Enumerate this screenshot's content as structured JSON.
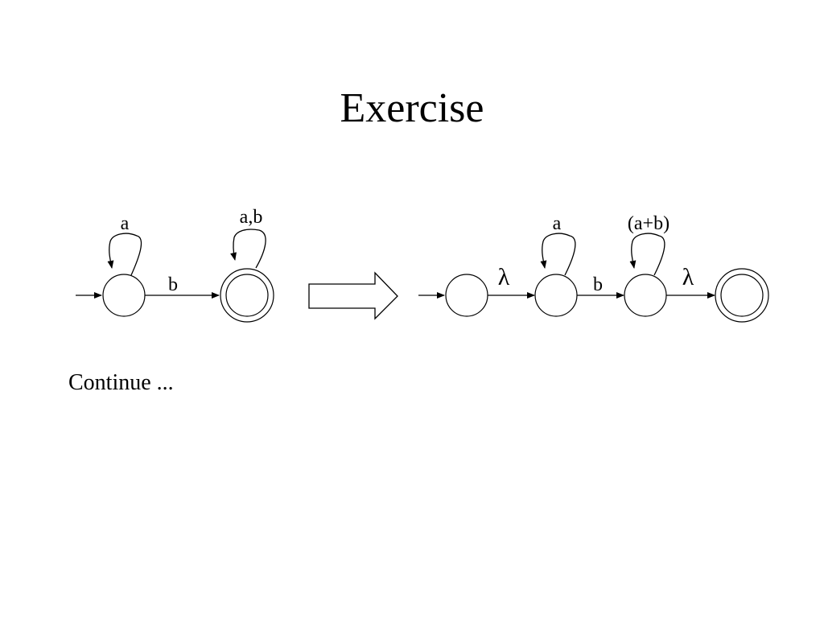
{
  "slide": {
    "title": "Exercise",
    "continue_text": "Continue ..."
  },
  "diagram": {
    "left_automaton": {
      "loop_q0_label": "a",
      "loop_q1_label": "a,b",
      "edge_q0_q1_label": "b"
    },
    "right_automaton": {
      "edge_start_label": "λ",
      "loop_p1_label": "a",
      "edge_p1_p2_label": "b",
      "loop_p2_label": "(a+b)",
      "edge_final_label": "λ"
    }
  }
}
